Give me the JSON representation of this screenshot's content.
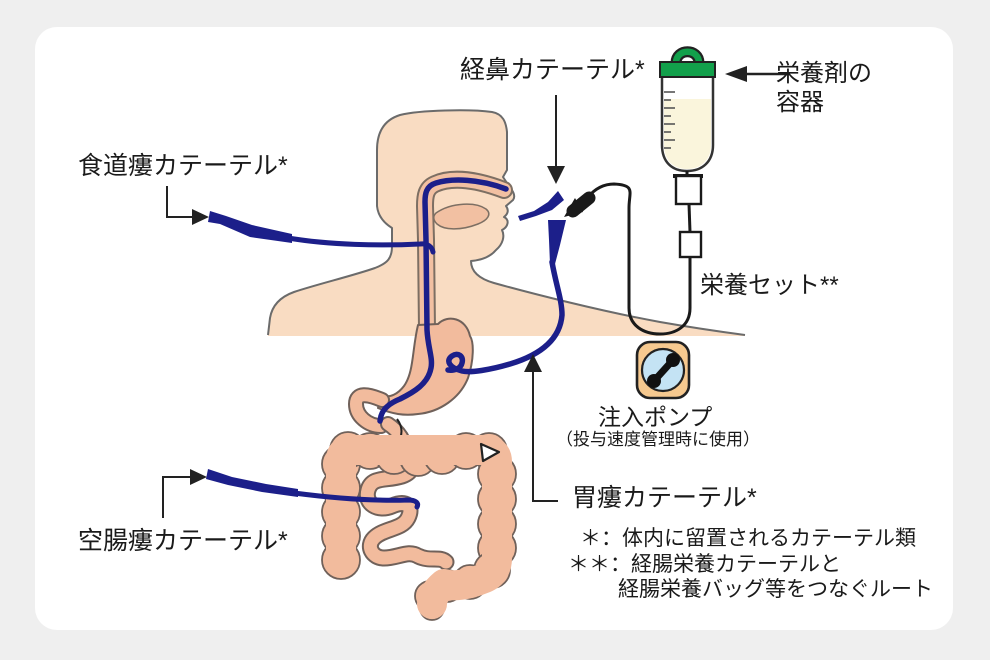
{
  "diagram": {
    "type": "medical-illustration",
    "subject": "enteral nutrition routes (tube feeding) with catheters, nutrient container and infusion pump"
  },
  "labels": {
    "nasal_catheter": "経鼻カテーテル*",
    "esophagostomy_catheter": "食道瘻カテーテル*",
    "jejunostomy_catheter": "空腸瘻カテーテル*",
    "gastrostomy_catheter": "胃瘻カテーテル*",
    "nutrient_container": "栄養剤の\n容器",
    "nutrition_set": "栄養セット**",
    "infusion_pump": "注入ポンプ",
    "infusion_pump_note": "（投与速度管理時に使用）",
    "footnote_single": "＊：体内に留置されるカテーテル類",
    "footnote_double_line1": "＊＊：経腸栄養カテーテルと",
    "footnote_double_line2": "経腸栄養バッグ等をつなぐルート"
  },
  "colors": {
    "background": "#efefef",
    "card": "#ffffff",
    "skin": "#f9dcc2",
    "organ": "#f2bb9d",
    "tract": "#f2c0a2",
    "organ_outline": "#70615a",
    "body_outline": "#6b6b6b",
    "catheter_navy": "#1c1f8a",
    "tube_black": "#1a1a1a",
    "cap_green": "#12a04b",
    "nutrient_cream": "#faf5dc",
    "pump_orange": "#f6c98f",
    "pump_circle_blue": "#c4e3f4"
  }
}
